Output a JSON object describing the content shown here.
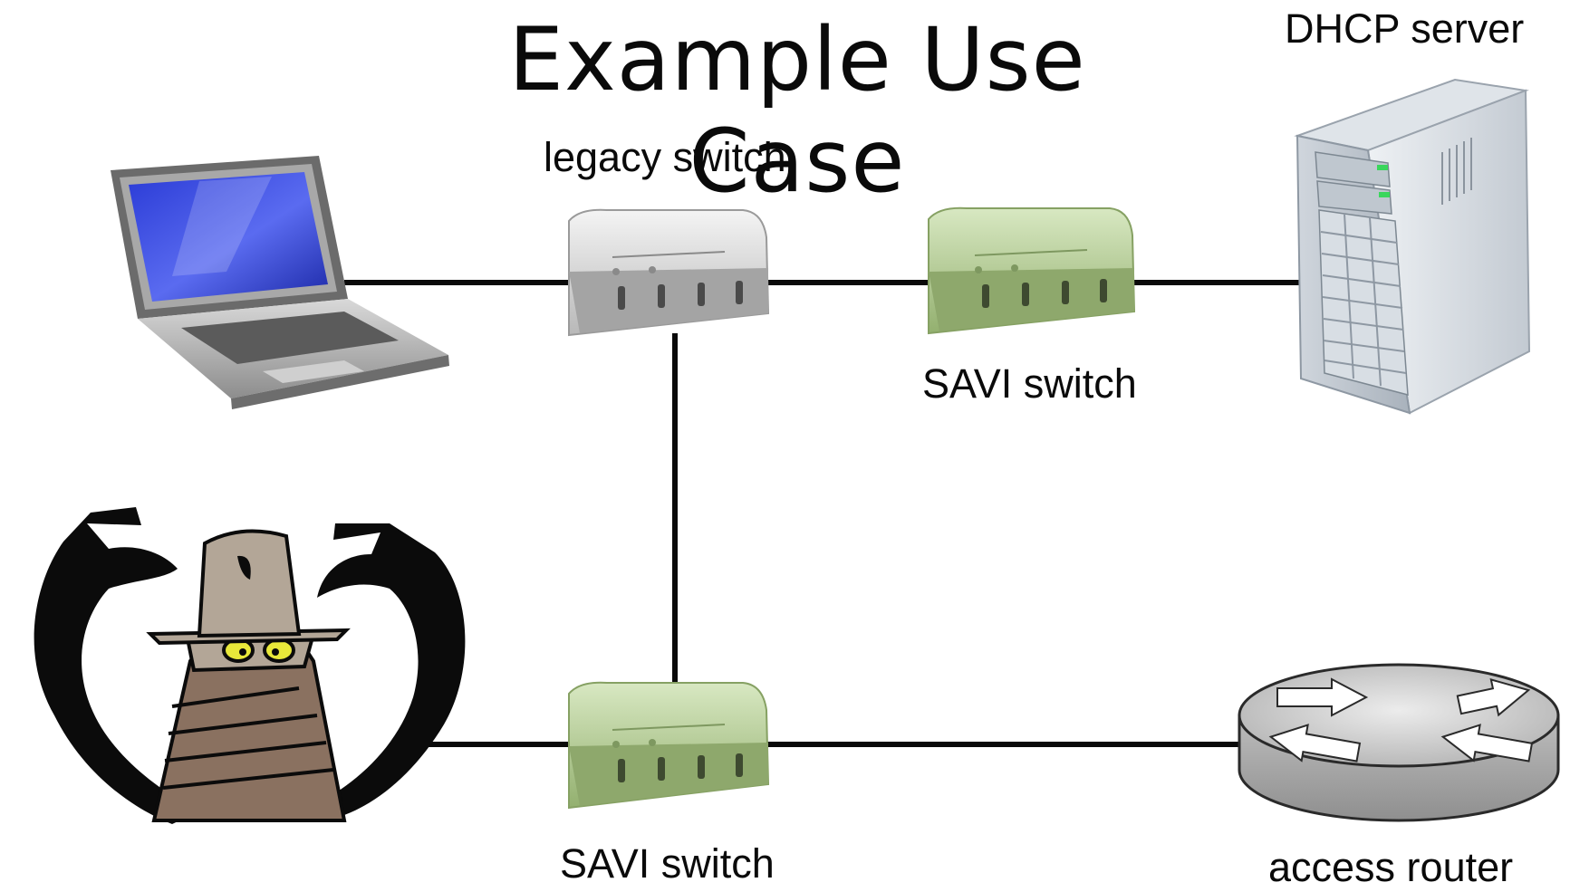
{
  "slide": {
    "title": "Example Use Case"
  },
  "nodes": {
    "laptop": {
      "label": "",
      "icon": "laptop-icon"
    },
    "legacy_switch": {
      "label": "legacy switch",
      "icon": "switch-icon",
      "color": "#c9c9c9"
    },
    "savi_switch_top": {
      "label": "SAVI switch",
      "icon": "switch-icon",
      "color": "#a9c48a"
    },
    "dhcp_server": {
      "label": "DHCP server",
      "icon": "server-tower-icon"
    },
    "attacker": {
      "label": "",
      "icon": "attacker-icon"
    },
    "savi_switch_bottom": {
      "label": "SAVI switch",
      "icon": "switch-icon",
      "color": "#a9c48a"
    },
    "access_router": {
      "label": "access router",
      "icon": "router-icon"
    }
  },
  "links": [
    [
      "laptop",
      "legacy_switch"
    ],
    [
      "legacy_switch",
      "savi_switch_top"
    ],
    [
      "savi_switch_top",
      "dhcp_server"
    ],
    [
      "legacy_switch",
      "savi_switch_bottom"
    ],
    [
      "attacker",
      "savi_switch_bottom"
    ],
    [
      "savi_switch_bottom",
      "access_router"
    ]
  ]
}
